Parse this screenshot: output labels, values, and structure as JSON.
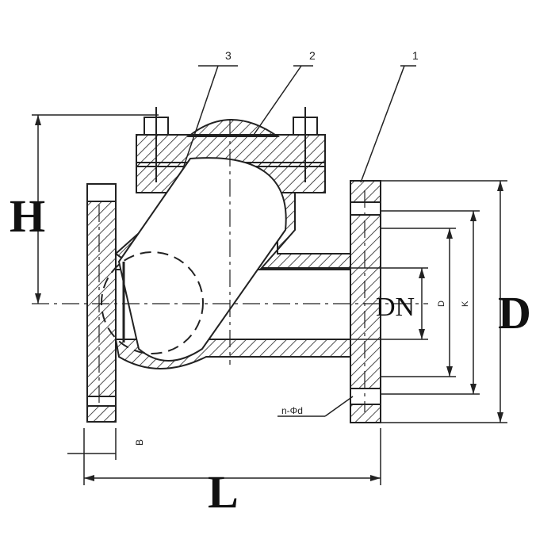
{
  "labels": {
    "H": "H",
    "L": "L",
    "D": "D",
    "DN": "DN",
    "K": "K",
    "D0": "D",
    "nd": "n-Φd",
    "b": "B"
  },
  "parts": [
    "3",
    "2",
    "1"
  ],
  "colors": {
    "line": "#222222",
    "background": "#ffffff"
  }
}
